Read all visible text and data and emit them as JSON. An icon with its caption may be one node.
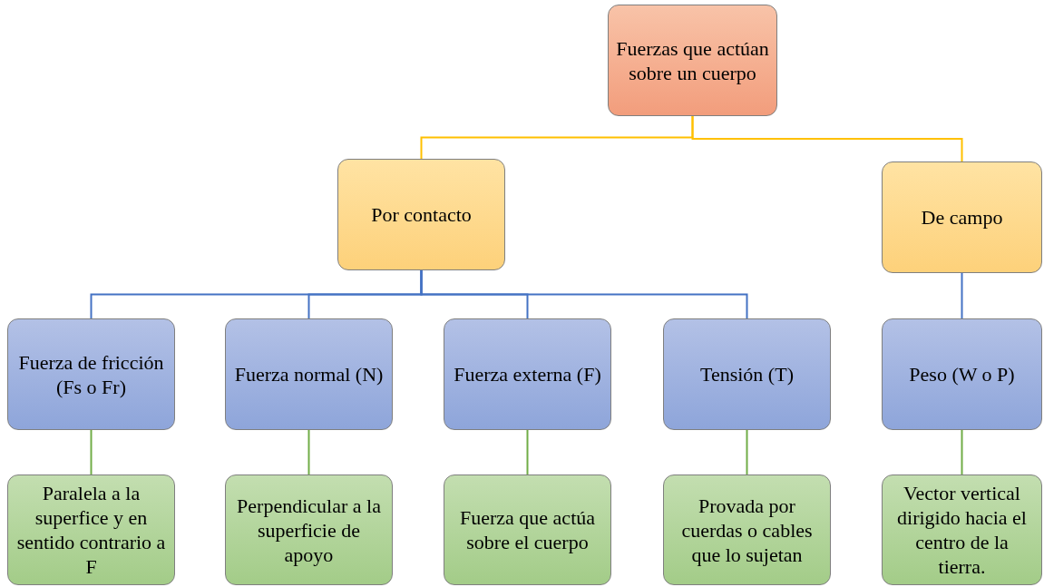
{
  "diagram": {
    "nodes": [
      {
        "text": [
          "Fuerzas que actúan sobre un cuerpo"
        ]
      },
      {
        "text": [
          "Por contacto"
        ]
      },
      {
        "text": [
          "De campo"
        ]
      },
      {
        "text": [
          "Fuerza de fricción (Fs o Fr)"
        ]
      },
      {
        "text": [
          "Fuerza normal (N)"
        ]
      },
      {
        "text": [
          "Fuerza externa (F)"
        ]
      },
      {
        "text": [
          "Tensión (T)"
        ]
      },
      {
        "text": [
          "Peso (W o P)"
        ]
      },
      {
        "text": [
          "Paralela a la superfice y en sentido contrario a F"
        ]
      },
      {
        "text": [
          "Perpendicular a la superficie de apoyo"
        ]
      },
      {
        "text": [
          "Fuerza que actúa sobre el cuerpo"
        ]
      },
      {
        "text": [
          "Provada por cuerdas o cables que lo sujetan"
        ]
      },
      {
        "text": [
          "Vector vertical dirigido hacia el centro de la tierra."
        ]
      }
    ],
    "edges": [
      {
        "from": 0,
        "to": 1,
        "arrow": "none",
        "color": "#ffc000"
      },
      {
        "from": 0,
        "to": 2,
        "arrow": "none",
        "color": "#ffc000"
      },
      {
        "from": 1,
        "to": 3,
        "arrow": "none",
        "color": "#4472c4"
      },
      {
        "from": 1,
        "to": 4,
        "arrow": "none",
        "color": "#4472c4"
      },
      {
        "from": 1,
        "to": 5,
        "arrow": "none",
        "color": "#4472c4"
      },
      {
        "from": 1,
        "to": 6,
        "arrow": "none",
        "color": "#4472c4"
      },
      {
        "from": 2,
        "to": 7,
        "arrow": "none",
        "color": "#4472c4"
      },
      {
        "from": 3,
        "to": 8,
        "arrow": "none",
        "color": "#70ad47"
      },
      {
        "from": 4,
        "to": 9,
        "arrow": "none",
        "color": "#70ad47"
      },
      {
        "from": 5,
        "to": 10,
        "arrow": "none",
        "color": "#70ad47"
      },
      {
        "from": 6,
        "to": 11,
        "arrow": "none",
        "color": "#70ad47"
      },
      {
        "from": 7,
        "to": 12,
        "arrow": "none",
        "color": "#70ad47"
      }
    ]
  }
}
